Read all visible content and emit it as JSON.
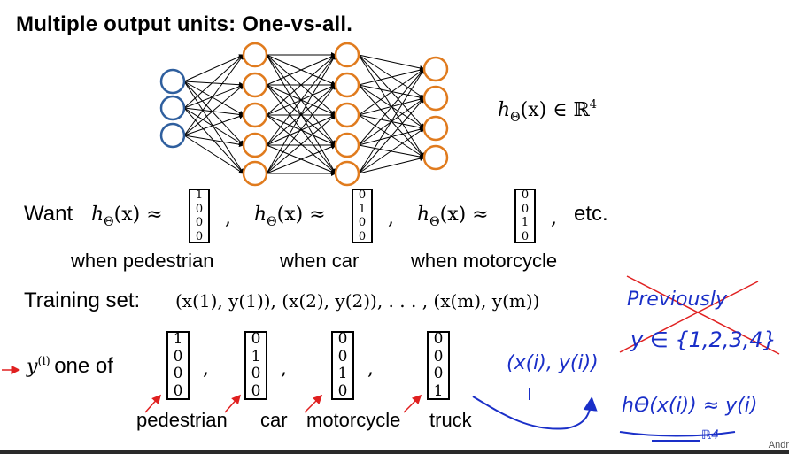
{
  "title": "Multiple output units: One-vs-all.",
  "hypothesis": {
    "lhs": "h",
    "sub": "Θ",
    "rhs": "(x) ∈ ℝ",
    "sup": "4"
  },
  "want": {
    "label": "Want",
    "items": [
      {
        "vector": [
          "1",
          "0",
          "0",
          "0"
        ],
        "caption": "when pedestrian"
      },
      {
        "vector": [
          "0",
          "1",
          "0",
          "0"
        ],
        "caption": "when car"
      },
      {
        "vector": [
          "0",
          "0",
          "1",
          "0"
        ],
        "caption": "when motorcycle"
      }
    ],
    "etc": "etc.",
    "approx_expr": "h",
    "approx_sub": "Θ",
    "approx_rest": "(x) ≈"
  },
  "training": {
    "label": "Training set:",
    "expr": "(x(1), y(1)), (x(2), y(2)), . . . , (x(m), y(m))"
  },
  "label_line": {
    "y": "y",
    "sup": "(i)",
    "text": "one of",
    "vectors": [
      {
        "vector": [
          "1",
          "0",
          "0",
          "0"
        ],
        "caption": "pedestrian"
      },
      {
        "vector": [
          "0",
          "1",
          "0",
          "0"
        ],
        "caption": "car"
      },
      {
        "vector": [
          "0",
          "0",
          "1",
          "0"
        ],
        "caption": "motorcycle"
      },
      {
        "vector": [
          "0",
          "0",
          "0",
          "1"
        ],
        "caption": "truck"
      }
    ]
  },
  "handwriting": {
    "previously": "Previously",
    "y_set": "y ∈ {1,2,3,4}",
    "pair": "(x(i), y(i))",
    "approx": "hΘ(x(i)) ≈ y(i)",
    "r4": "ℝ4"
  },
  "corner_text": "Andr",
  "network": {
    "layers": [
      3,
      5,
      5,
      4
    ]
  },
  "colors": {
    "input_node": "#2f5f9e",
    "hidden_node": "#e07b1e",
    "ink_red": "#e02020",
    "ink_blue": "#1a2fc8"
  }
}
